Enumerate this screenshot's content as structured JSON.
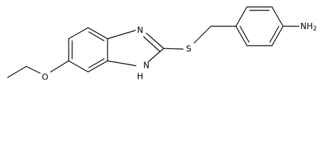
{
  "molecule": {
    "atoms": {
      "ether_oxygen": "O",
      "imidazole_n_top": "N",
      "imidazole_nh": "N",
      "imidazole_h": "H",
      "thioether_sulfur": "S",
      "amine_n": "N",
      "amine_h": "H",
      "amine_subscript": "2"
    },
    "colors": {
      "line": "#000000",
      "background": "#ffffff"
    }
  }
}
